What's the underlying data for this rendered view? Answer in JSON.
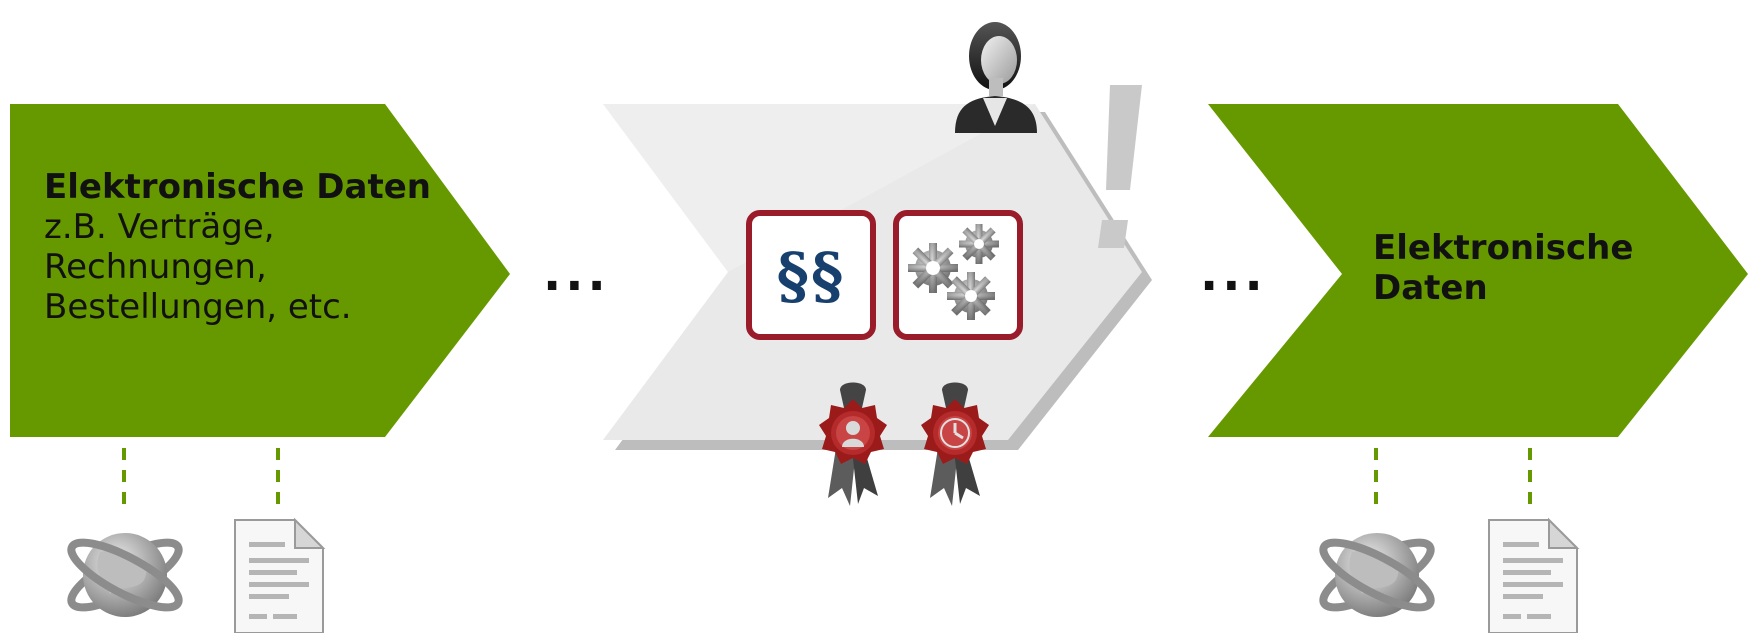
{
  "left_chevron": {
    "title": "Elektronische Daten",
    "line1": "z.B. Verträge,",
    "line2": "Rechnungen,",
    "line3": "Bestellungen, etc."
  },
  "right_chevron": {
    "title": "Elektronische Daten"
  },
  "ellipsis_left": "...",
  "ellipsis_right": "...",
  "process": {
    "law_symbol": "§§",
    "law_icon": "paragraph-icon",
    "gears_icon": "gears-icon",
    "person_icon": "person-icon",
    "alert_icon": "exclamation-icon",
    "seal_person_icon": "seal-person-icon",
    "seal_clock_icon": "seal-clock-icon"
  },
  "artifacts": {
    "globe_icon": "globe-icon",
    "document_icon": "document-icon"
  },
  "colors": {
    "green": "#669900",
    "gray_chevron": "#ebebeb",
    "red_border": "#9a1b2a",
    "law_blue": "#17406e",
    "dash_green": "#669900"
  }
}
